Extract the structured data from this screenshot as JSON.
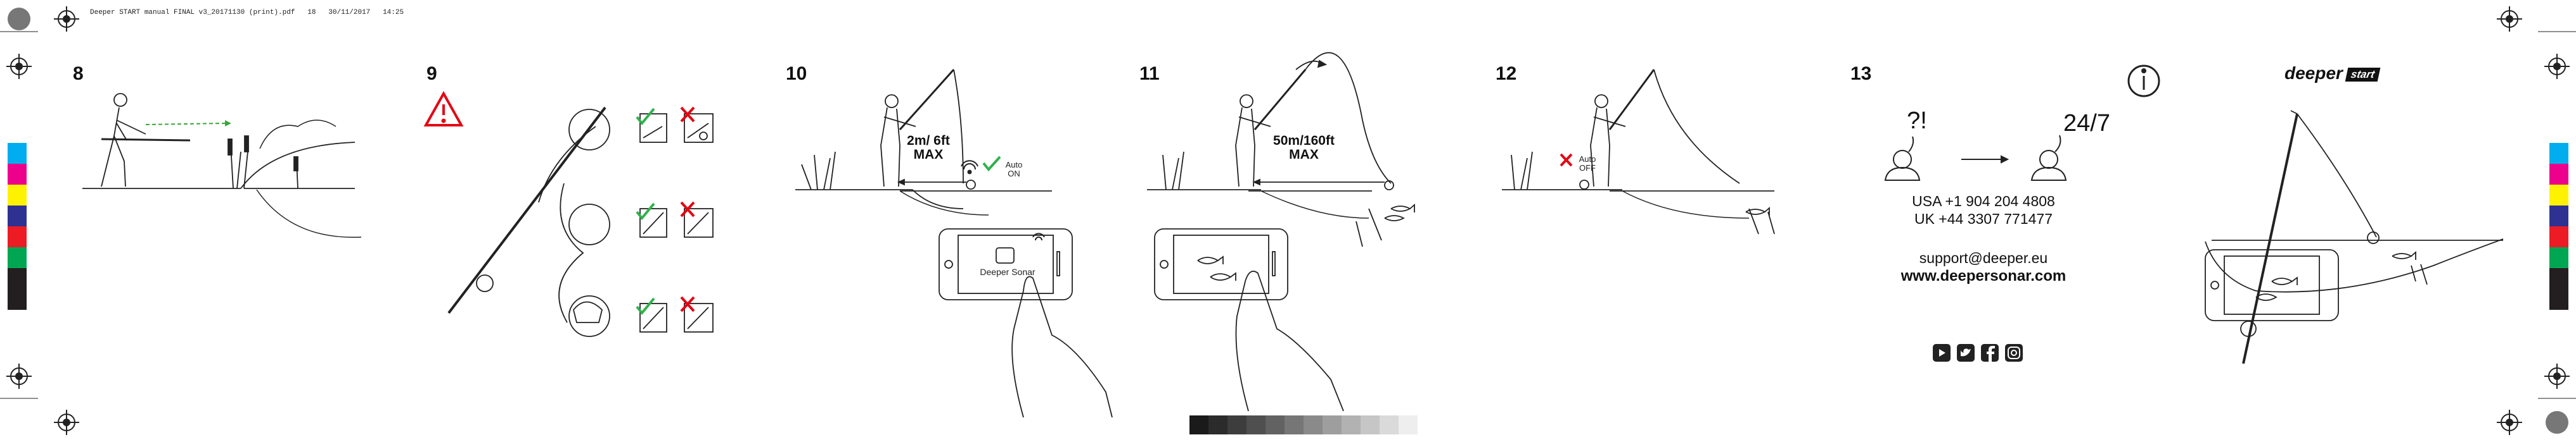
{
  "header": {
    "file_info": "Deeper START manual FINAL v3_20171130 (print).pdf   18   30/11/2017   14:25"
  },
  "steps": [
    {
      "number": "8"
    },
    {
      "number": "9"
    },
    {
      "number": "10",
      "distance": "2m/ 6ft",
      "max": "MAX",
      "auto": "Auto",
      "state": "ON",
      "app_name": "Deeper Sonar"
    },
    {
      "number": "11",
      "distance": "50m/160ft",
      "max": "MAX"
    },
    {
      "number": "12",
      "auto": "Auto",
      "state": "OFF"
    },
    {
      "number": "13",
      "question": "?!",
      "support_hours": "24/7"
    }
  ],
  "contact": {
    "usa_phone": "USA +1 904 204 4808",
    "uk_phone": "UK +44 3307 771477",
    "email": "support@deeper.eu",
    "website": "www.deepersonar.com"
  },
  "brand": {
    "logo_word": "deeper",
    "logo_tag": "start"
  },
  "icons": [
    "info-icon",
    "warning-icon",
    "youtube-icon",
    "twitter-icon",
    "facebook-icon",
    "instagram-icon",
    "wifi-icon",
    "check-icon",
    "cross-icon",
    "registration-mark-icon"
  ],
  "colors": {
    "color_bar": [
      "#00aeef",
      "#ec008c",
      "#fff200",
      "#2e3192",
      "#ed1c24",
      "#00a651",
      "#231f20",
      "#231f20"
    ],
    "grayscale_bar": [
      "#1a1a1a",
      "#2b2b2b",
      "#3d3d3d",
      "#4f4f4f",
      "#626262",
      "#767676",
      "#8a8a8a",
      "#9e9e9e",
      "#b2b2b2",
      "#c6c6c6",
      "#dadada",
      "#eeeeee"
    ],
    "check": "#2fb24c",
    "cross": "#e30613",
    "arrow": "#3aa63a"
  }
}
